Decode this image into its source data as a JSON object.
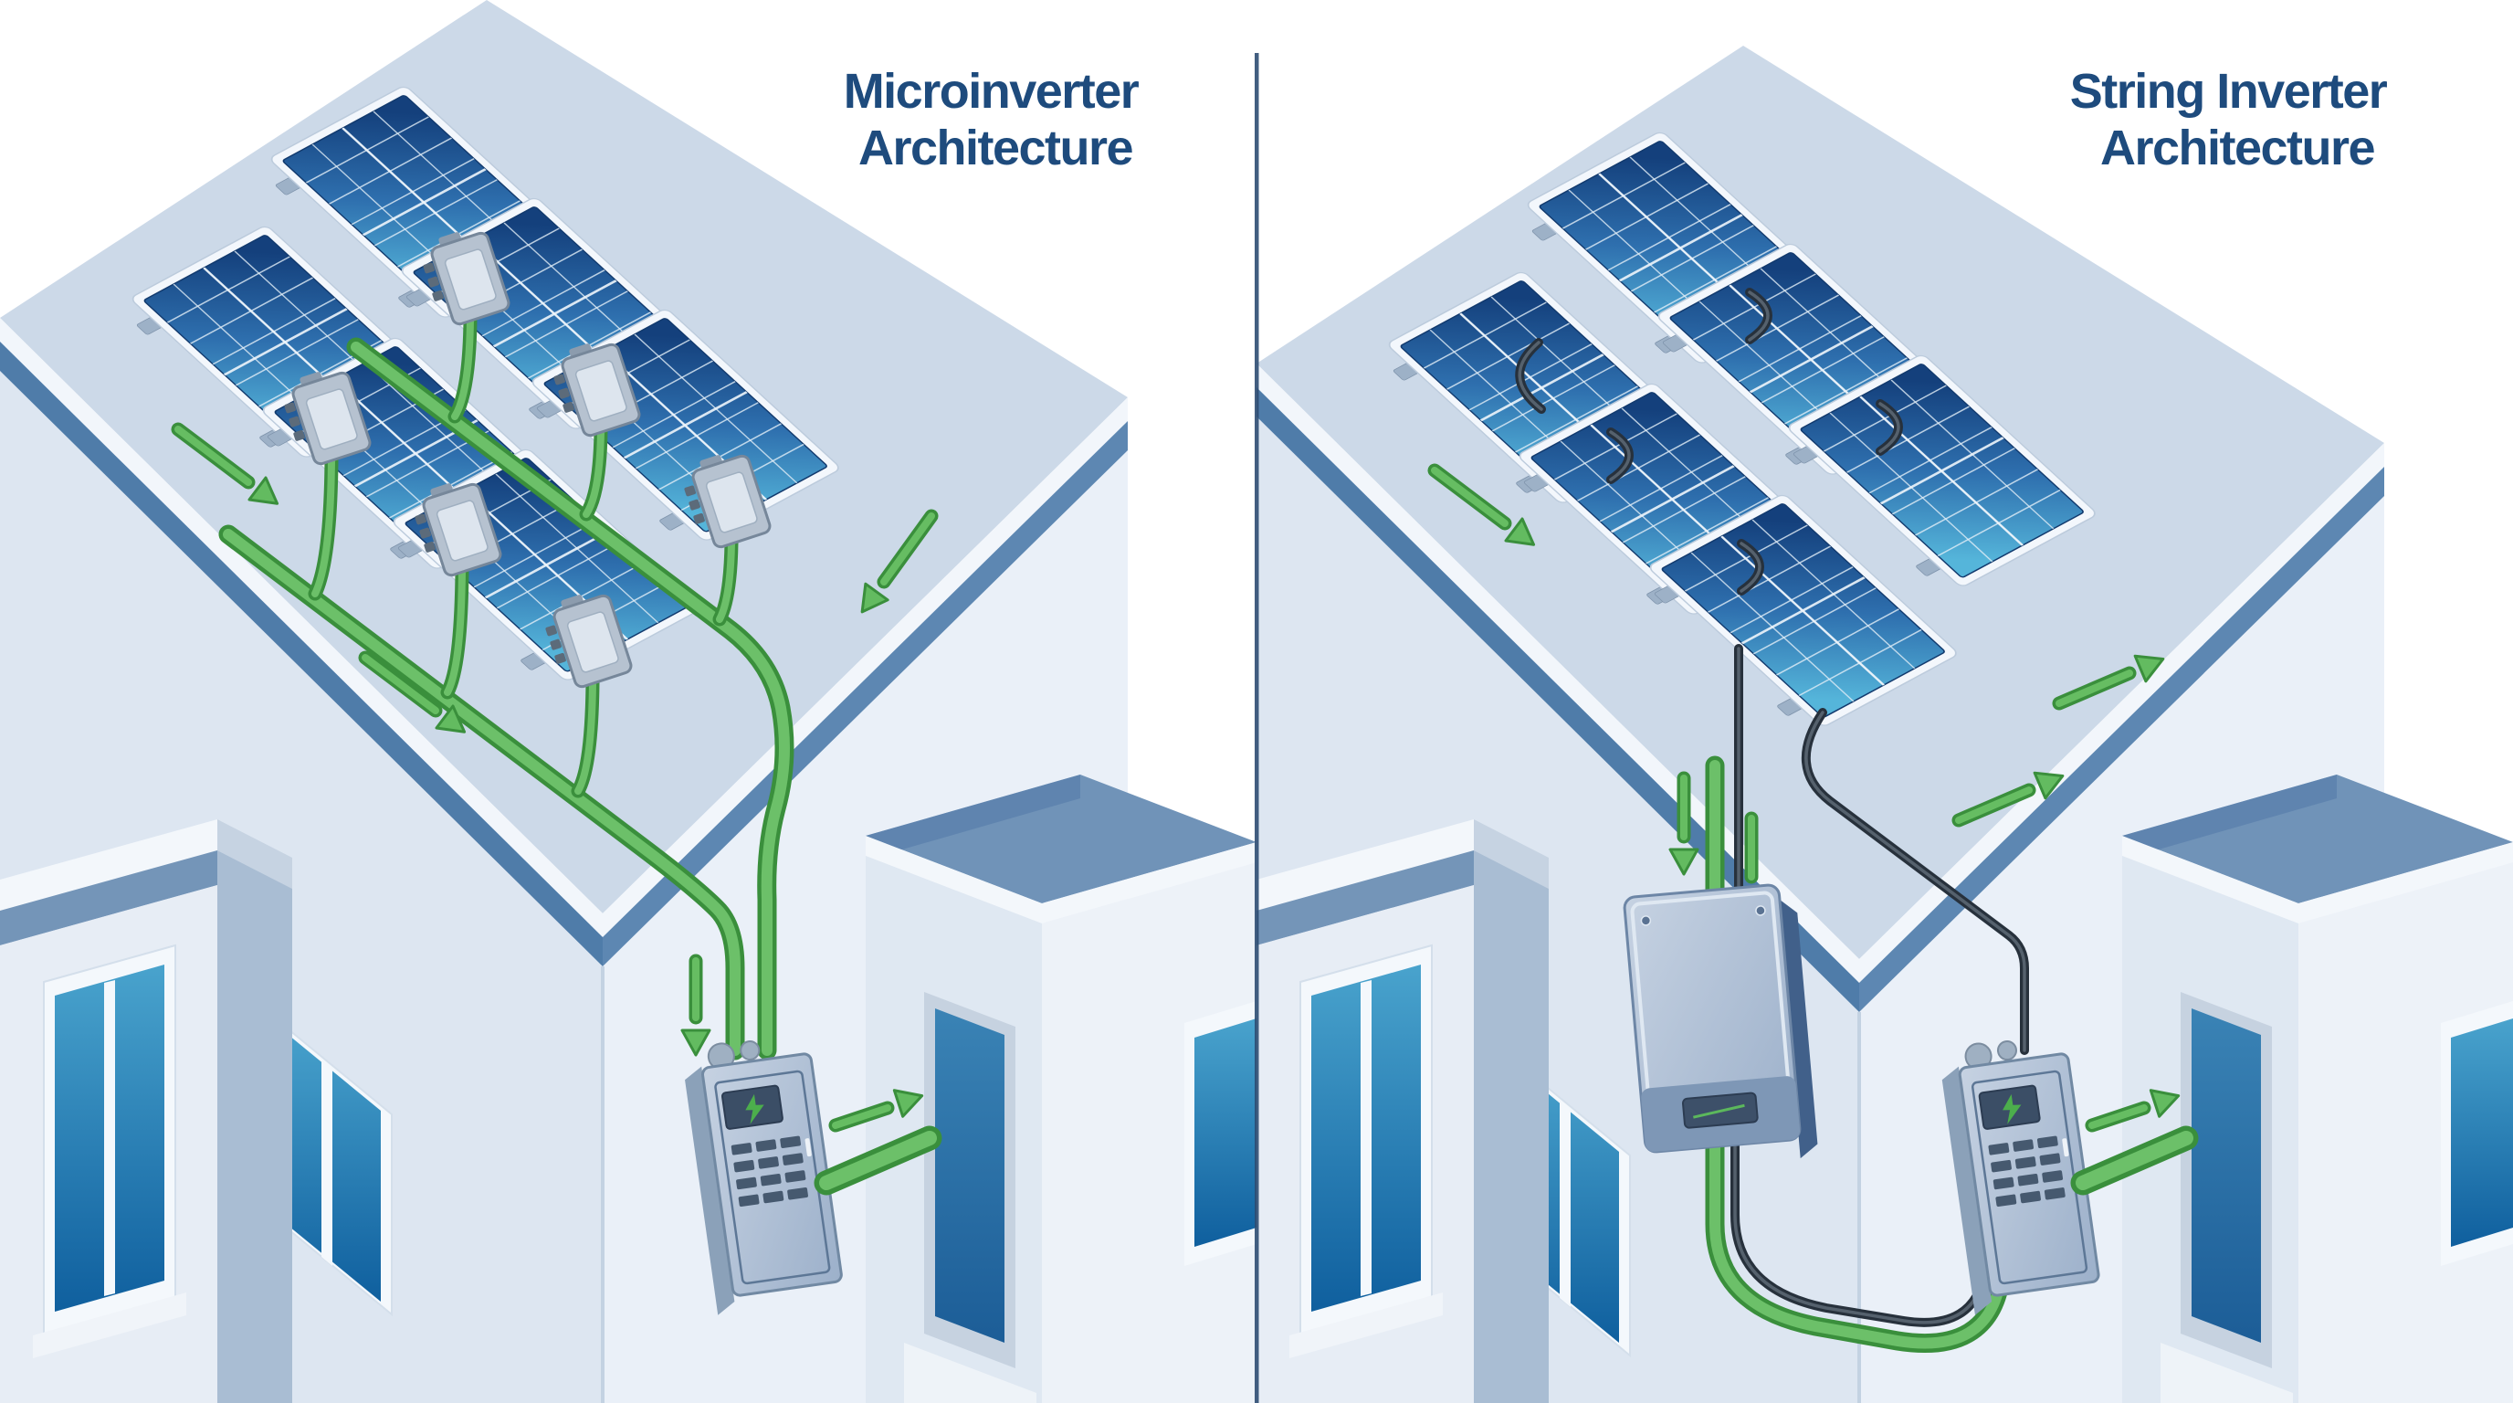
{
  "left_section": {
    "title_line1": "Microinverter",
    "title_line2": "Architecture",
    "architecture": "microinverter",
    "solar_panel_count": 6,
    "microinverter_count": 6,
    "breaker_panel_count": 1,
    "cable_style": "green AC trunk with per-panel branches"
  },
  "right_section": {
    "title_line1": "String Inverter",
    "title_line2": "Architecture",
    "architecture": "string-inverter",
    "solar_panel_count": 6,
    "string_inverter_count": 1,
    "breaker_panel_count": 1,
    "cable_style": "dark DC series string into wall inverter, green AC output"
  },
  "colors": {
    "title_text": "#1e4b7d",
    "divider": "#2e4d72",
    "panel_dark": "#14407c",
    "panel_light": "#55b5da",
    "roof_surface": "#ccd9e8",
    "roof_fascia": "#5d87b2",
    "wall_light": "#eaf0f8",
    "wall_shade": "#a9bdd3",
    "ac_cable_green": "#5cb55c",
    "dc_cable_dark": "#27313c",
    "glass_blue": "#2b7db2"
  }
}
